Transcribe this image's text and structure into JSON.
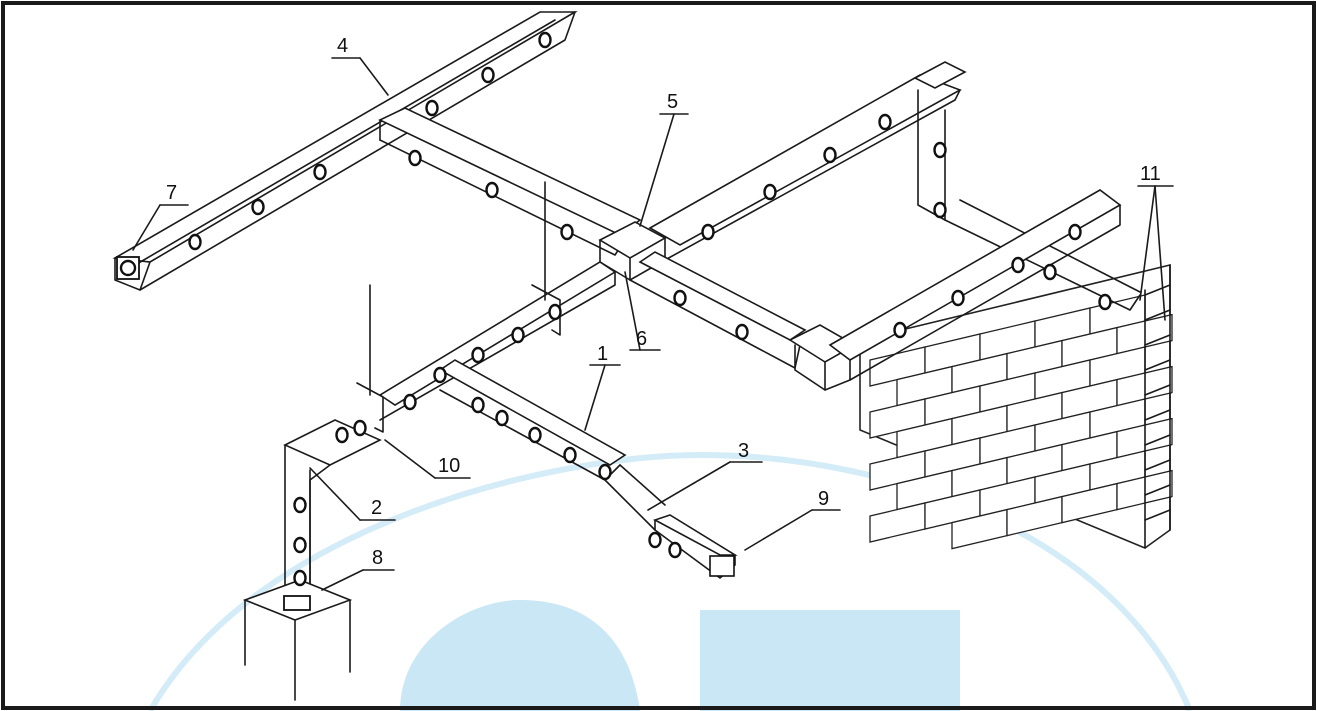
{
  "callouts": [
    {
      "id": "callout-1",
      "text": "1"
    },
    {
      "id": "callout-2",
      "text": "2"
    },
    {
      "id": "callout-3",
      "text": "3"
    },
    {
      "id": "callout-4",
      "text": "4"
    },
    {
      "id": "callout-5",
      "text": "5"
    },
    {
      "id": "callout-6",
      "text": "6"
    },
    {
      "id": "callout-7",
      "text": "7"
    },
    {
      "id": "callout-8",
      "text": "8"
    },
    {
      "id": "callout-9",
      "text": "9"
    },
    {
      "id": "callout-10",
      "text": "10"
    },
    {
      "id": "callout-11",
      "text": "11"
    }
  ],
  "colors": {
    "line": "#1a1a1a",
    "frame": "#1a1a1a",
    "watermark": "#d4ecf7",
    "watermark_letters": "#c9e7f5"
  }
}
